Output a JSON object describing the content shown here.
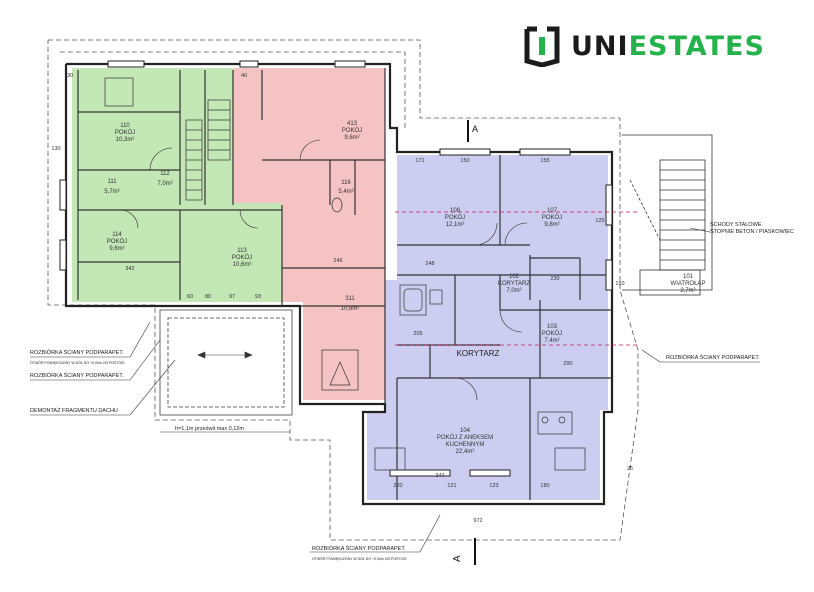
{
  "brand": {
    "name_part1": "UNI",
    "name_part2": "ESTATES",
    "logo_icon": "bracket-shield-icon",
    "colors": {
      "brand_green": "#24b24b",
      "brand_dark": "#1b1b1b"
    }
  },
  "zones": {
    "green": "#b9e3a8",
    "red": "#f3b8b8",
    "blue": "#c8c8f0"
  },
  "rooms": {
    "r110": {
      "num": "110",
      "label": "POKÓJ",
      "area": "10,3m²"
    },
    "r111": {
      "num": "111",
      "area": "5,7m²"
    },
    "r112": {
      "num": "112",
      "area": "7,0m²"
    },
    "r114": {
      "num": "114",
      "label": "POKÓJ",
      "area": "9,6m²"
    },
    "r113": {
      "num": "113",
      "label": "POKÓJ",
      "area": "10,6m²"
    },
    "r413": {
      "num": "413",
      "label": "POKÓJ",
      "area": "9,6m²"
    },
    "r116": {
      "num": "116",
      "area": "5,4m²"
    },
    "r311": {
      "num": "311",
      "area": "10,6m²"
    },
    "r108": {
      "num": "108",
      "label": "POKÓJ",
      "area": "12,1m²"
    },
    "r107": {
      "num": "107",
      "label": "POKÓJ",
      "area": "9,8m²"
    },
    "r102": {
      "num": "102",
      "label": "KORYTARZ",
      "area": "7,0m²"
    },
    "r103": {
      "num": "103",
      "label": "POKÓJ",
      "area": "7,4m²"
    },
    "r104": {
      "num": "104",
      "label": "POKÓJ Z ANEKSEM",
      "label2": "KUCHENNYM",
      "area": "22,4m²"
    },
    "r101": {
      "num": "101",
      "label": "WIATROŁAP",
      "area": "2,7m²"
    }
  },
  "corridor": "KORYTARZ",
  "dims": {
    "d171": "171",
    "d150": "150",
    "d155": "155",
    "d248": "248",
    "d342": "342",
    "d246": "246",
    "d344": "344",
    "d220": "220",
    "d121": "121",
    "d123": "123",
    "d290": "290",
    "d125": "125",
    "d180": "180",
    "d130": "130",
    "d60": "60",
    "d80": "80",
    "d97": "97",
    "d93": "93",
    "d40": "40",
    "d150b": "150",
    "d230": "230",
    "d972": "972",
    "d30": "30",
    "d205": "205",
    "d25": "25"
  },
  "annotations": {
    "stairs_line1": "SCHODY STALOWE",
    "stairs_line2": "STOPNIE BETON / PIASKOWIEC",
    "demolish_left_1": "ROZBIÓRKA ŚCIANY PODPARAPET.",
    "demolish_left_1_sub": "OTWÓR POWIĘKSZONY W DÓŁ DO +0,00m OD POSTOSI",
    "demolish_left_2": "ROZBIÓRKA ŚCIANY PODPARAPET.",
    "roof_demo": "DEMONTAŻ FRAGMENTU DACHU",
    "height_note": "h=1,1m  prześwit  max  0,12m",
    "demolish_right": "ROZBIÓRKA ŚCIANY PODPARAPET.",
    "demolish_bottom": "ROZBIÓRKA ŚCIANY PODPARAPET.",
    "demolish_bottom_sub": "OTWÓR POWIĘKSZONY W DÓŁ DO +0,00m OD POSTOSI",
    "section_a_top": "A",
    "section_a_bottom": "A"
  }
}
